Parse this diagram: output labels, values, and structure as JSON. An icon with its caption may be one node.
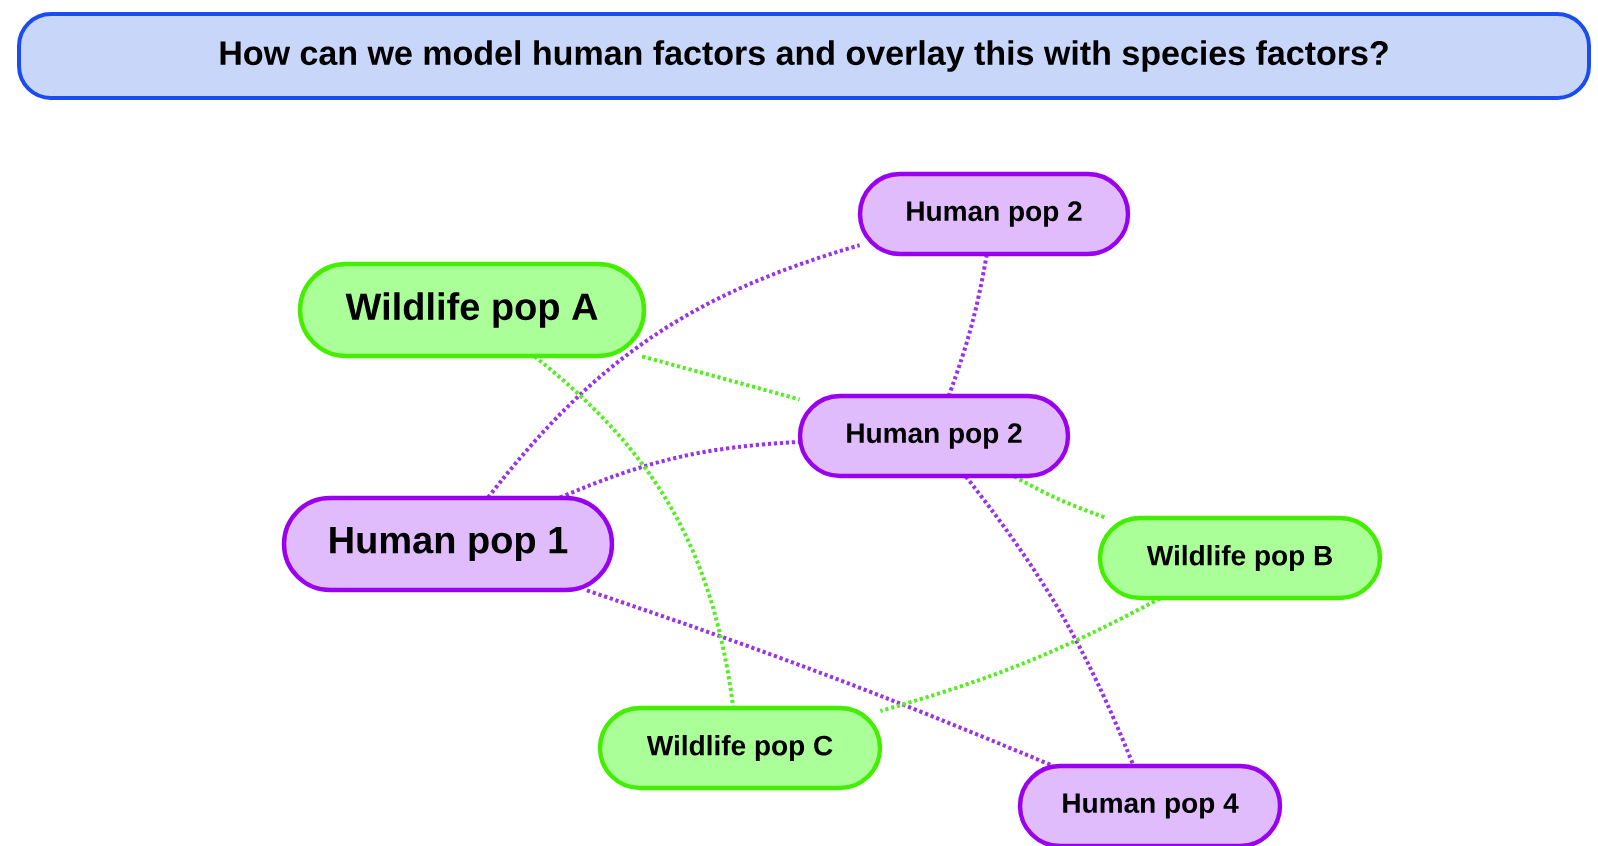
{
  "diagram": {
    "title": "How can we model human factors and overlay this with species factors?",
    "nodes": [
      {
        "text": [
          "Human pop 2"
        ]
      },
      {
        "text": [
          "Wildlife pop A"
        ]
      },
      {
        "text": [
          "Human pop 2"
        ]
      },
      {
        "text": [
          "Human pop 1"
        ]
      },
      {
        "text": [
          "Wildlife pop B"
        ]
      },
      {
        "text": [
          "Wildlife pop C"
        ]
      },
      {
        "text": [
          "Human pop 4"
        ]
      }
    ],
    "edges": [
      {
        "from": 3,
        "to": 0,
        "arrow": "none"
      },
      {
        "from": 3,
        "to": 2,
        "arrow": "none"
      },
      {
        "from": 0,
        "to": 2,
        "arrow": "none"
      },
      {
        "from": 2,
        "to": 6,
        "arrow": "none"
      },
      {
        "from": 3,
        "to": 6,
        "arrow": "none"
      },
      {
        "from": 1,
        "to": 2,
        "arrow": "none",
        "color": "#55ee22"
      },
      {
        "from": 1,
        "to": 5,
        "arrow": "none",
        "color": "#55ee22"
      },
      {
        "from": 2,
        "to": 4,
        "arrow": "none",
        "color": "#55ee22"
      },
      {
        "from": 4,
        "to": 5,
        "arrow": "none",
        "color": "#55ee22"
      }
    ]
  }
}
